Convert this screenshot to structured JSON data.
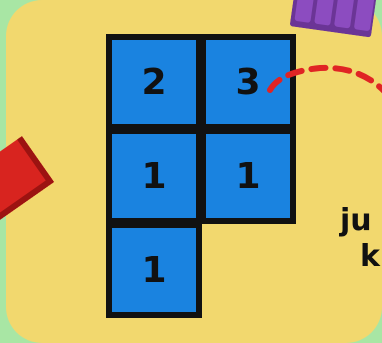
{
  "grid": {
    "cells": [
      {
        "value": "2",
        "row": 0,
        "col": 0
      },
      {
        "value": "3",
        "row": 0,
        "col": 1
      },
      {
        "value": "1",
        "row": 1,
        "col": 0
      },
      {
        "value": "1",
        "row": 1,
        "col": 1
      },
      {
        "value": "1",
        "row": 2,
        "col": 0
      }
    ],
    "cell_color": "#1a83e0",
    "border_color": "#111111"
  },
  "side_text": {
    "line1": "ju",
    "line2": "k"
  },
  "colors": {
    "background": "#a8e6a4",
    "board": "#f2d86e",
    "dashed_path": "#e02424",
    "red_piece": "#d8241f",
    "purple_piece": "#7a3fa8"
  }
}
